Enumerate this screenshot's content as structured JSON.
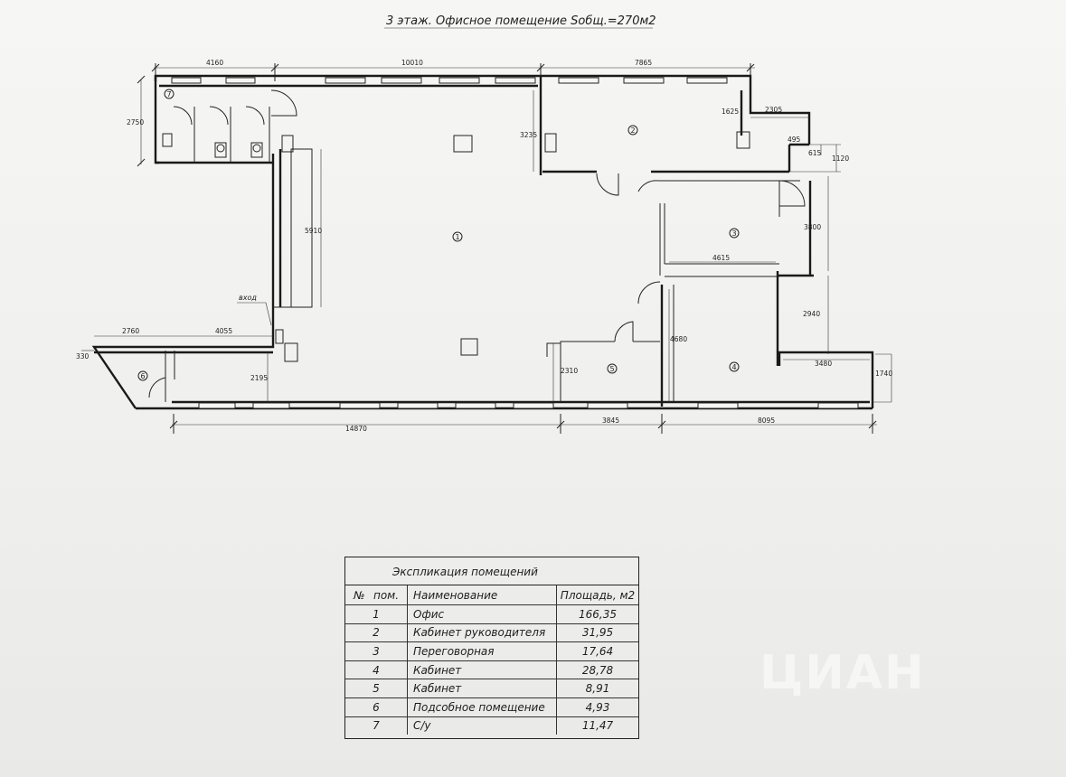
{
  "title": "3 этаж. Офисное помещение Sобщ.=270м2",
  "dimensions": {
    "top_1": "4160",
    "top_2": "10010",
    "top_3": "7865",
    "left_toilet_height": "2750",
    "corridor_height": "5910",
    "room2_height": "3235",
    "room2_right_1625": "1625",
    "room2_right_2305": "2305",
    "room2_right_495": "495",
    "room2_right_615": "615",
    "room2_right_1120": "1120",
    "room3_height": "3800",
    "room3_width": "4615",
    "room4_height_2940": "2940",
    "room4_height_4680": "4680",
    "room4_right_3480": "3480",
    "room4_right_1740": "1740",
    "room6_width": "2760",
    "room6_right_4055": "4055",
    "left_330": "330",
    "height_2195": "2195",
    "height_2310": "2310",
    "bottom_1": "14870",
    "bottom_2": "3845",
    "bottom_3": "8095"
  },
  "labels": {
    "entrance": "вход"
  },
  "rooms": [
    {
      "number": "1"
    },
    {
      "number": "2"
    },
    {
      "number": "3"
    },
    {
      "number": "4"
    },
    {
      "number": "5"
    },
    {
      "number": "6"
    },
    {
      "number": "7"
    }
  ],
  "table": {
    "title": "Экспликация помещений",
    "headers": {
      "no": "№",
      "room": "пом.",
      "name": "Наименование",
      "area": "Площадь, м2"
    },
    "rows": [
      {
        "num": "1",
        "name": "Офис",
        "area": "166,35"
      },
      {
        "num": "2",
        "name": "Кабинет руководителя",
        "area": "31,95"
      },
      {
        "num": "3",
        "name": "Переговорная",
        "area": "17,64"
      },
      {
        "num": "4",
        "name": "Кабинет",
        "area": "28,78"
      },
      {
        "num": "5",
        "name": "Кабинет",
        "area": "8,91"
      },
      {
        "num": "6",
        "name": "Подсобное помещение",
        "area": "4,93"
      },
      {
        "num": "7",
        "name": "С/у",
        "area": "11,47"
      }
    ]
  },
  "watermark": "ЦИАН"
}
